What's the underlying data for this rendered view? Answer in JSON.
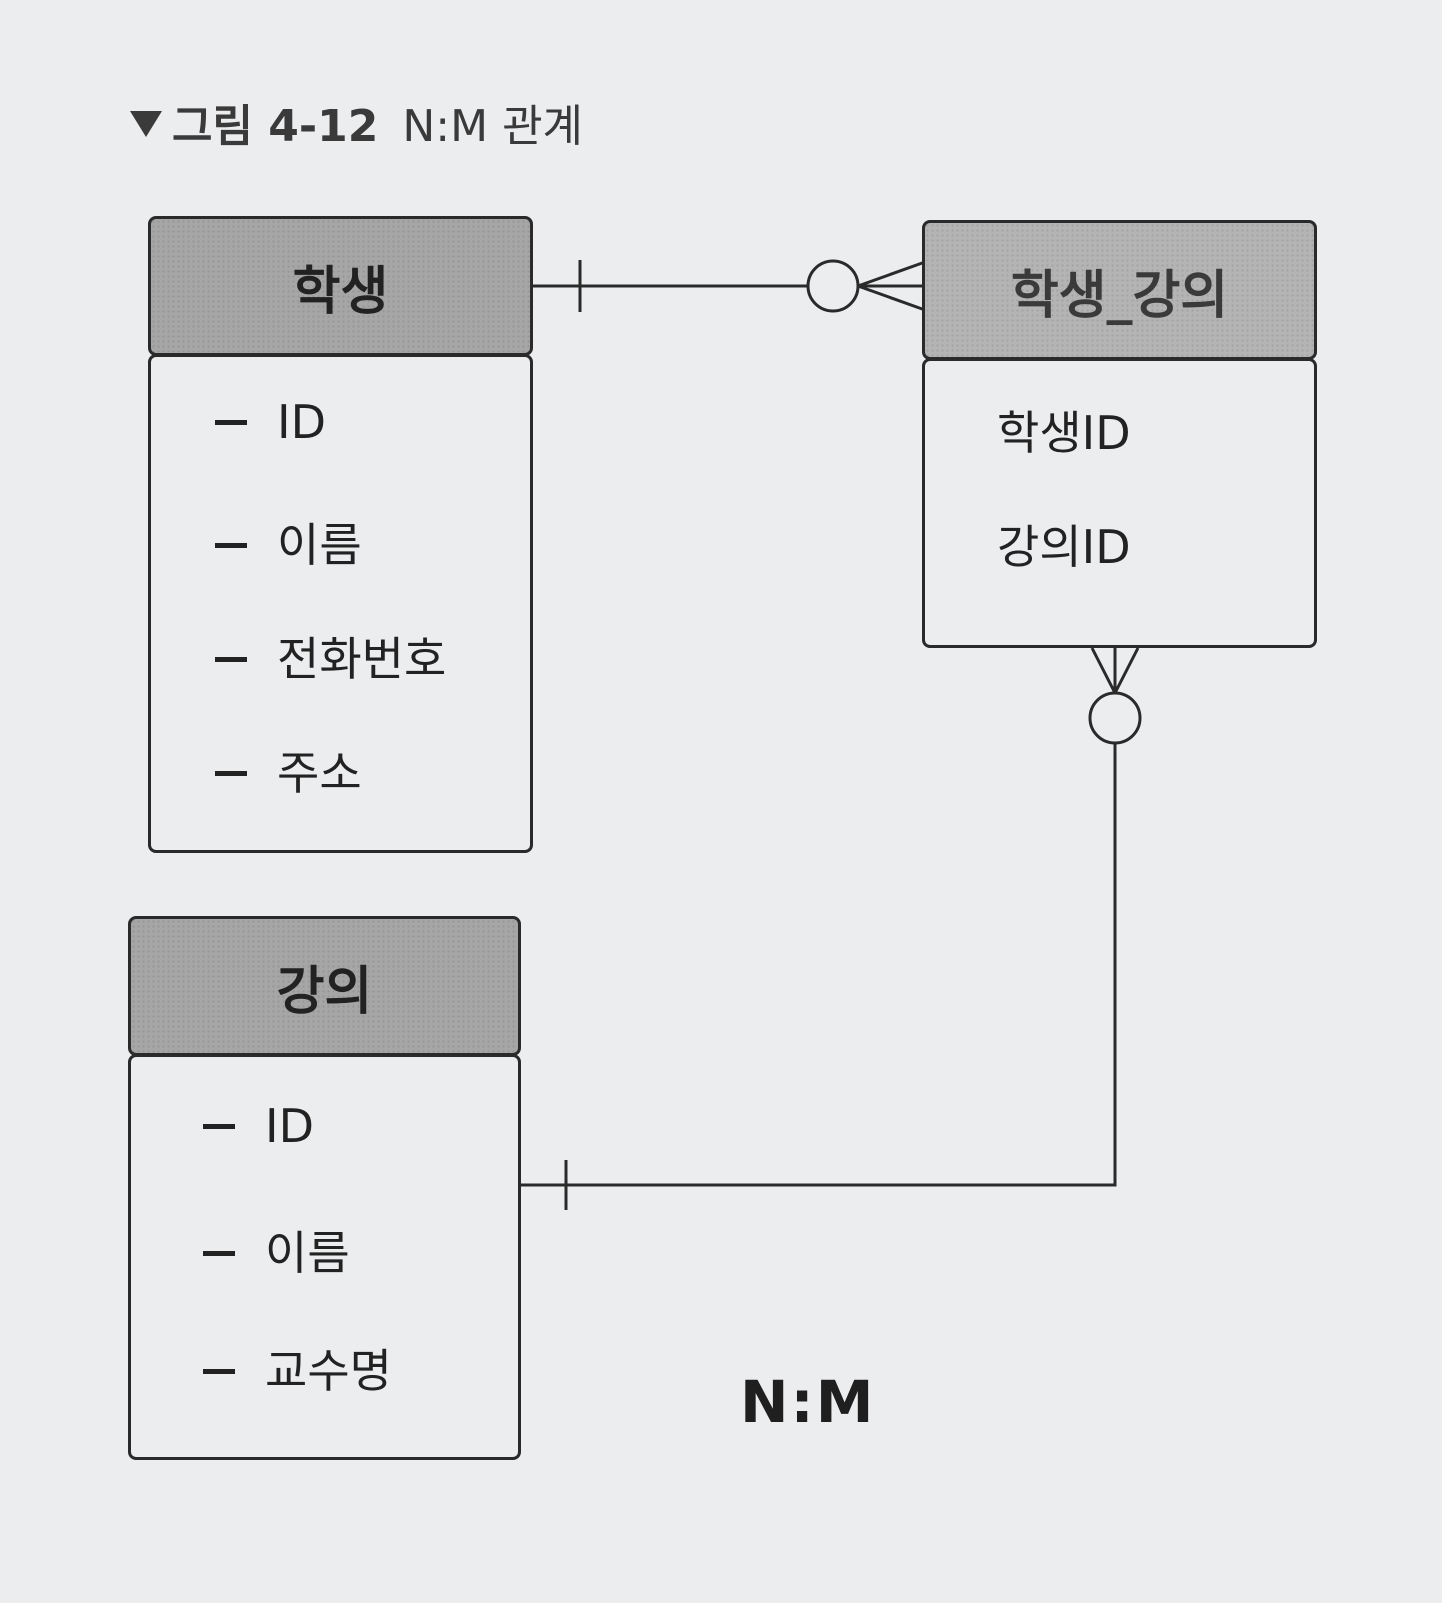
{
  "caption": {
    "label": "그림 4-12",
    "title": "N:M 관계"
  },
  "entities": {
    "student": {
      "name": "학생",
      "attributes": [
        "ID",
        "이름",
        "전화번호",
        "주소"
      ]
    },
    "student_course": {
      "name": "학생_강의",
      "attributes": [
        "학생ID",
        "강의ID"
      ]
    },
    "course": {
      "name": "강의",
      "attributes": [
        "ID",
        "이름",
        "교수명"
      ]
    }
  },
  "relationships": [
    {
      "from": "학생",
      "to": "학생_강의",
      "from_cardinality": "one",
      "to_cardinality": "zero-or-many"
    },
    {
      "from": "강의",
      "to": "학생_강의",
      "from_cardinality": "one",
      "to_cardinality": "zero-or-many"
    }
  ],
  "diagram_label": "N:M",
  "colors": {
    "background": "#ecedef",
    "header_fill": "#a6a6a6",
    "line": "#2a2a2a"
  }
}
